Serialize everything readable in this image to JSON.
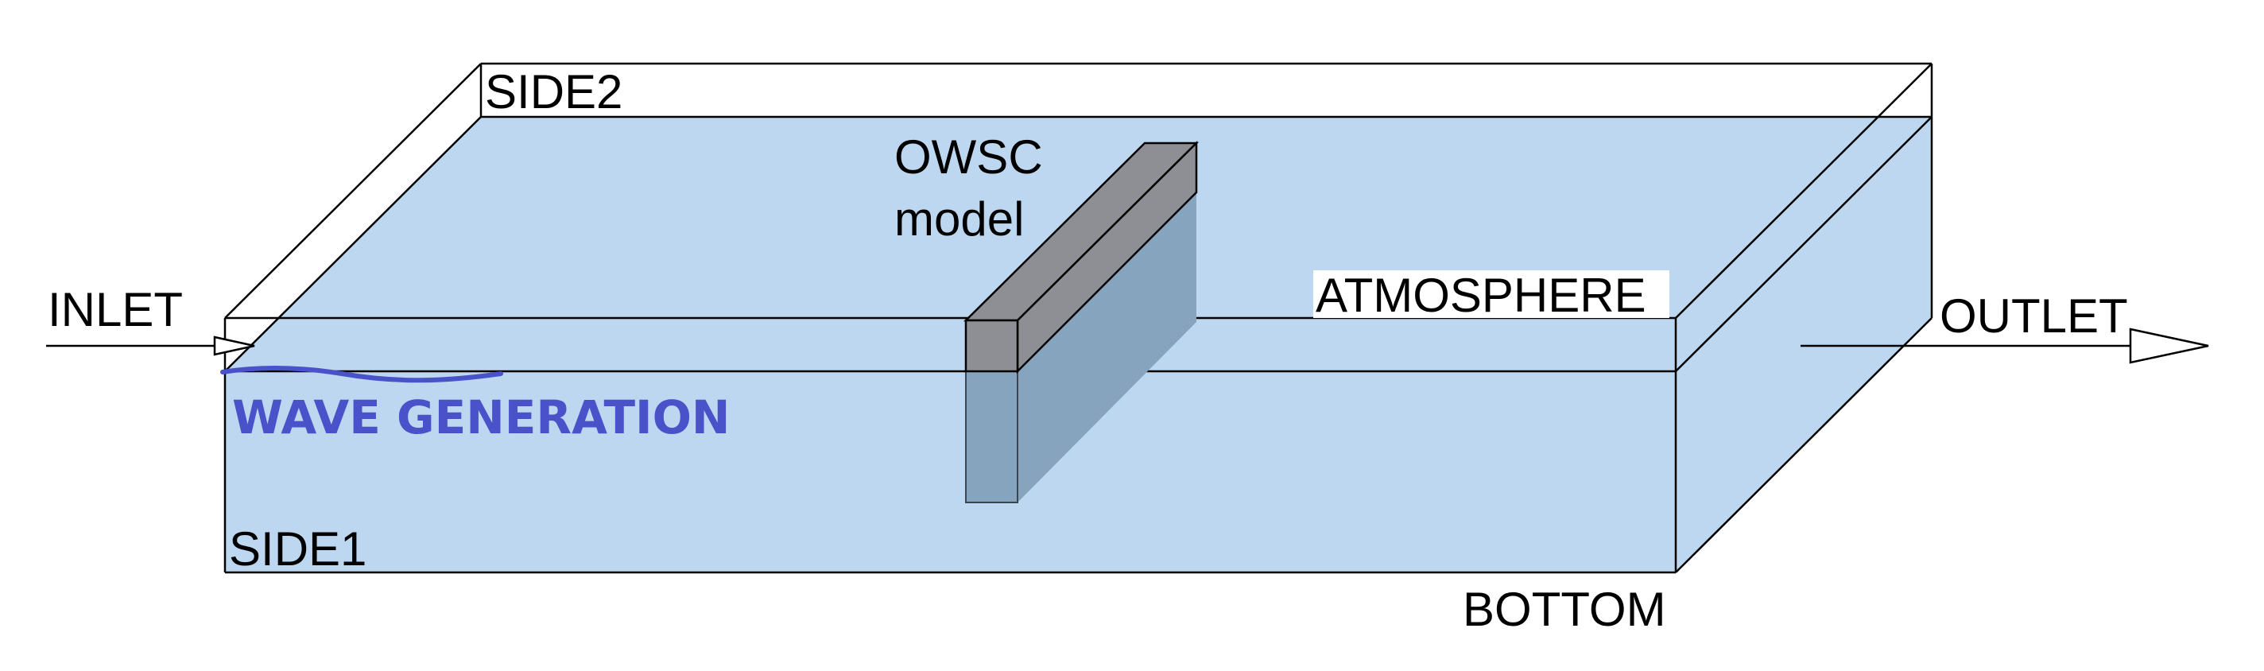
{
  "labels": {
    "side2": "SIDE2",
    "owsc_line1": "OWSC",
    "owsc_line2": "model",
    "inlet": "INLET",
    "atmosphere": "ATMOSPHERE",
    "outlet": "OUTLET",
    "wave_generation": "WAVE GENERATION",
    "side1": "SIDE1",
    "bottom": "BOTTOM"
  },
  "colors": {
    "water": "#bcd7ef",
    "water_stroke": "#3c4650",
    "owsc_top": "#8e8f94",
    "owsc_submerged": "#86a4be",
    "wave": "#4a52c9",
    "wave_label": "#4a52c9",
    "outline": "#000000"
  }
}
